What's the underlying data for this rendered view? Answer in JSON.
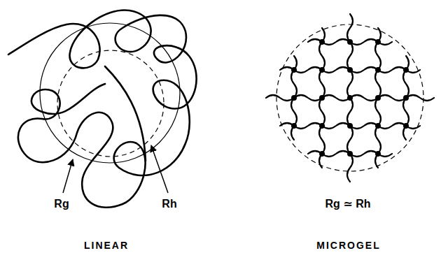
{
  "diagram": {
    "labels": [
      "Rg",
      "Rh",
      "Rg ≃ Rh",
      "LINEAR",
      "MICROGEL"
    ]
  }
}
